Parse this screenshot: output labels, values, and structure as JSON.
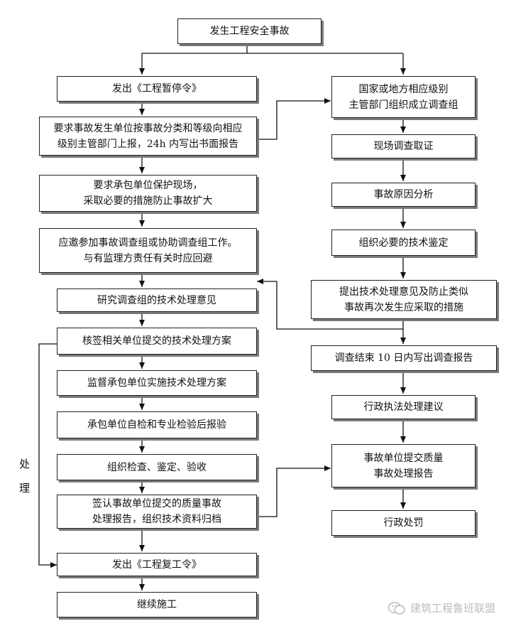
{
  "left": {
    "start": "发生工程安全事故",
    "stop_order": "发出《工程暂停令》",
    "report": "要求事故发生单位按事故分类和等级向相应\n级别主管部门上报，24h 内写出书面报告",
    "protect": "要求承包单位保护现场，\n采取必要的措施防止事故扩大",
    "join": "应邀参加事故调查组或协助调查组工作。\n与有监理方责任有关时应回避",
    "study": "研究调查组的技术处理意见",
    "sign_plan": "核签相关单位提交的技术处理方案",
    "supervise": "监督承包单位实施技术处理方案",
    "self_check": "承包单位自检和专业检验后报验",
    "inspect": "组织检查、鉴定、验收",
    "sign_report": "签认事故单位提交的质量事故\n处理报告，组织技术资料归档",
    "resume_order": "发出《工程复工令》",
    "continue": "继续施工"
  },
  "right": {
    "team": "国家或地方相应级别\n主管部门组织成立调查组",
    "evidence": "现场调查取证",
    "cause": "事故原因分析",
    "appraisal": "组织必要的技术鉴定",
    "opinion": "提出技术处理意见及防止类似\n事故再次发生应采取的措施",
    "investigation_report": "调查结束 10 日内写出调查报告",
    "admin_advice": "行政执法处理建议",
    "quality_report": "事故单位提交质量\n事故处理报告",
    "penalty": "行政处罚"
  },
  "side_label": [
    "处",
    "理"
  ],
  "watermark": "建筑工程鲁班联盟"
}
